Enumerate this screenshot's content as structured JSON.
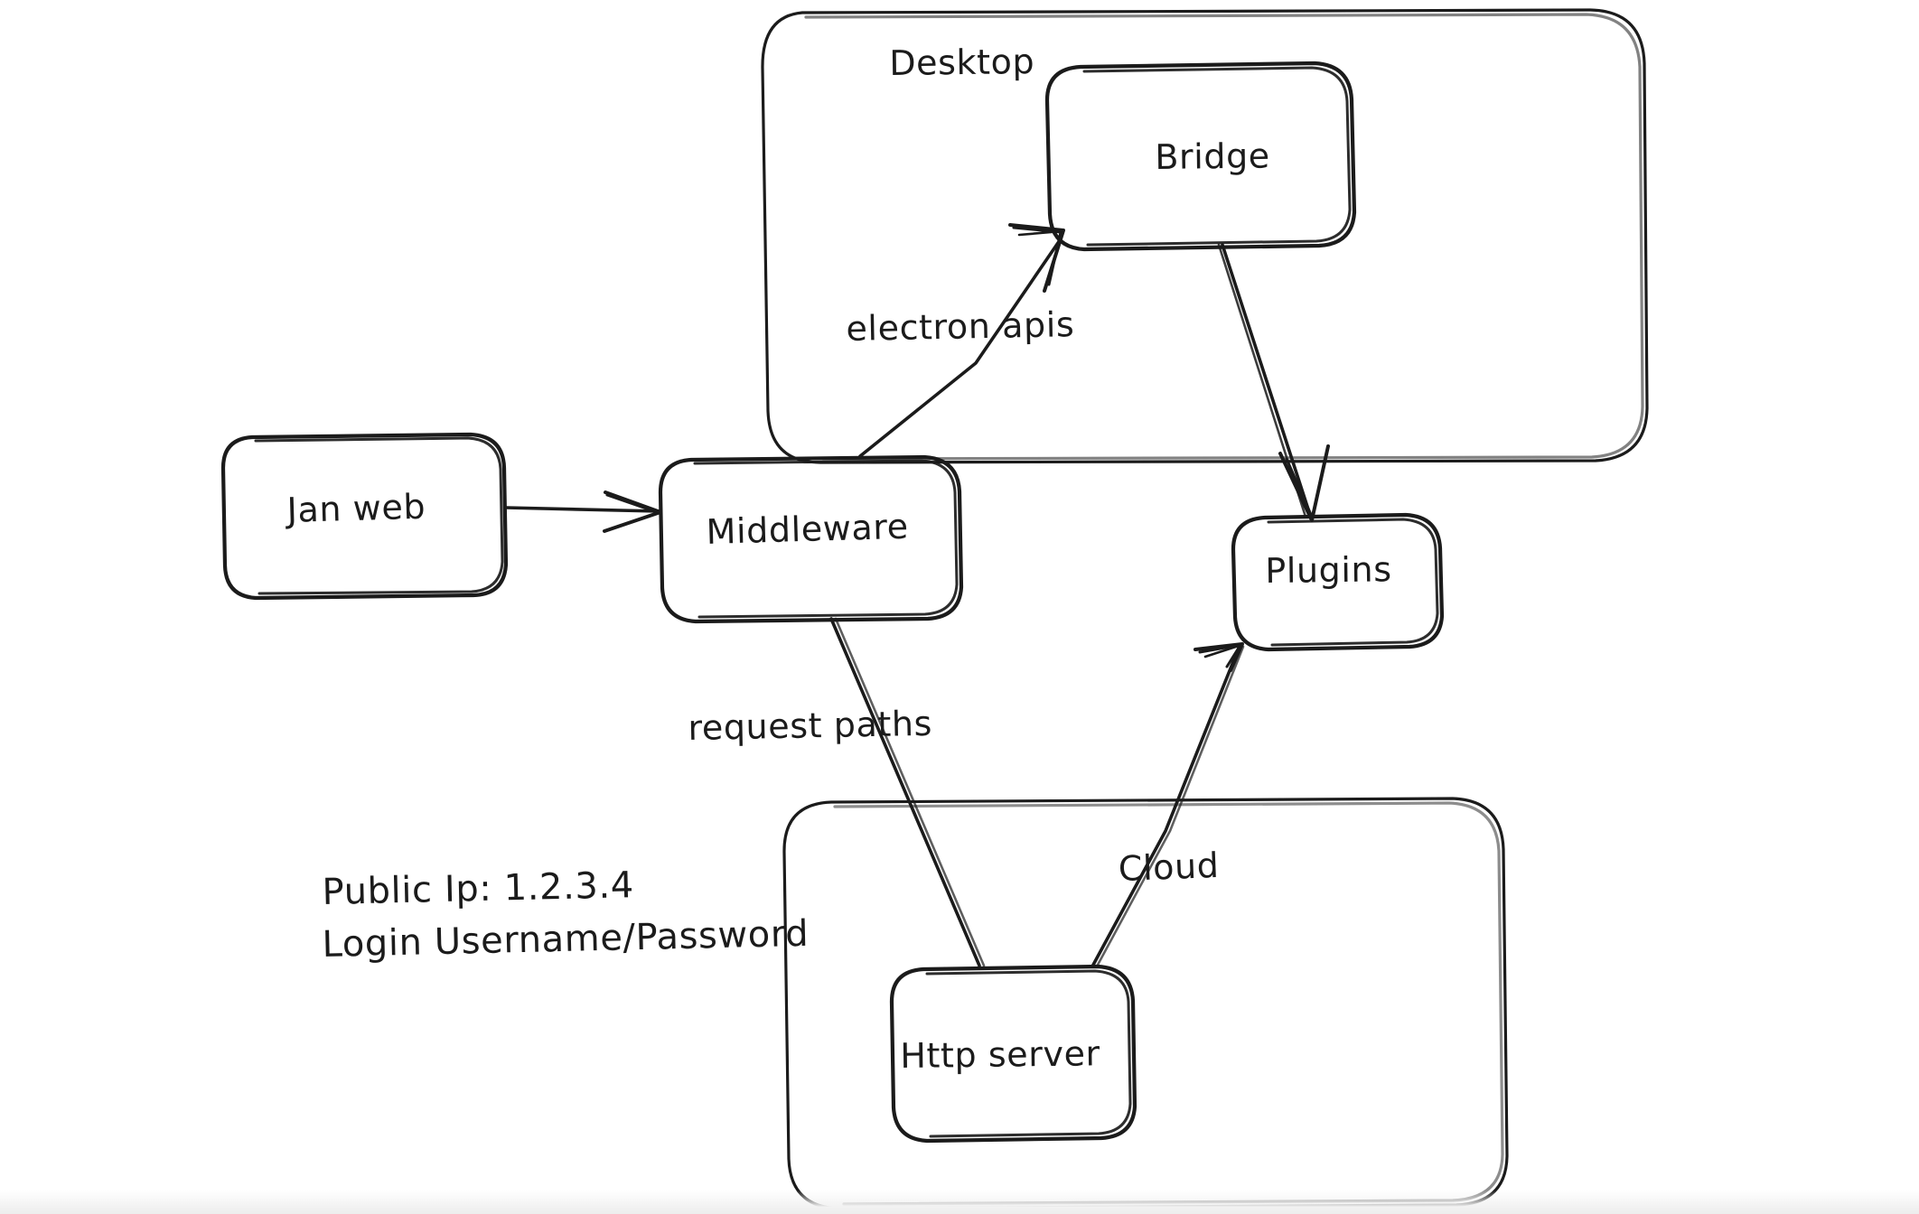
{
  "diagram": {
    "title": "Jan desktop / cloud architecture sketch",
    "style": "hand-drawn whiteboard",
    "background_color": "#ffffff",
    "stroke_color": "#1b1b1b",
    "containers": [
      {
        "id": "desktop",
        "label": "Desktop"
      },
      {
        "id": "cloud_group",
        "label": ""
      }
    ],
    "nodes": [
      {
        "id": "jan_web",
        "label": "Jan web"
      },
      {
        "id": "middleware",
        "label": "Middleware"
      },
      {
        "id": "bridge",
        "label": "Bridge"
      },
      {
        "id": "plugins",
        "label": "Plugins"
      },
      {
        "id": "http_server",
        "label": "Http server"
      }
    ],
    "edges": [
      {
        "id": "e_janweb_middleware",
        "from": "jan_web",
        "to": "middleware",
        "label": "",
        "arrow": true
      },
      {
        "id": "e_middleware_bridge",
        "from": "middleware",
        "to": "bridge",
        "label": "electron apis",
        "arrow": true
      },
      {
        "id": "e_bridge_plugins",
        "from": "bridge",
        "to": "plugins",
        "label": "",
        "arrow": true
      },
      {
        "id": "e_middleware_http",
        "from": "middleware",
        "to": "http_server",
        "label": "request paths",
        "arrow": false
      },
      {
        "id": "e_http_plugins",
        "from": "http_server",
        "to": "plugins",
        "label": "Cloud",
        "arrow": true
      }
    ],
    "edge_labels": {
      "electron_apis": "electron apis",
      "request_paths": "request paths",
      "cloud": "Cloud"
    },
    "notes": {
      "public_ip_line": "Public Ip: 1.2.3.4",
      "login_line": "Login Username/Password"
    }
  }
}
